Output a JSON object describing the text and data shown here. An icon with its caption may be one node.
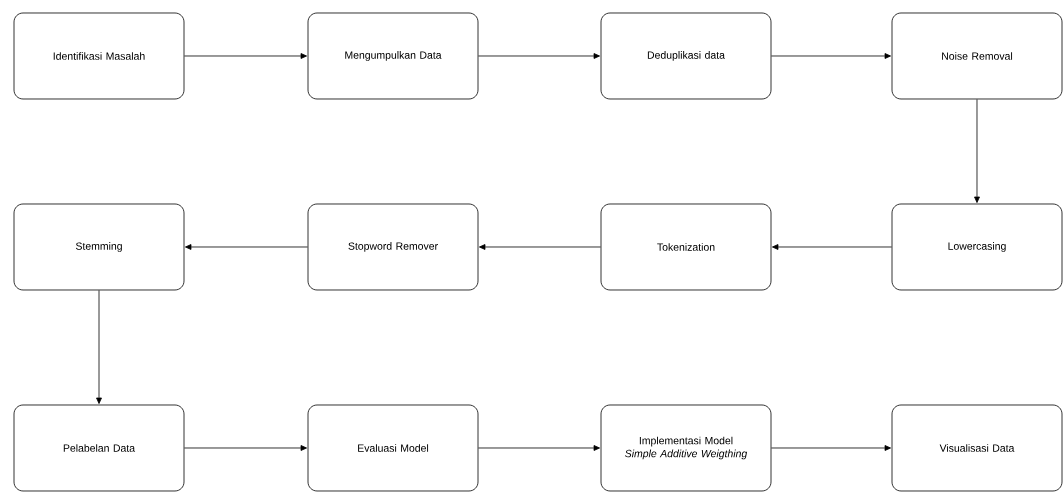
{
  "diagram": {
    "nodes": [
      {
        "text": [
          "Identifikasi Masalah"
        ]
      },
      {
        "text": [
          "Mengumpulkan Data"
        ]
      },
      {
        "text": [
          "Deduplikasi data"
        ]
      },
      {
        "text": [
          "Noise Removal"
        ]
      },
      {
        "text": [
          "Stemming"
        ]
      },
      {
        "text": [
          "Stopword Remover"
        ]
      },
      {
        "text": [
          "Tokenization"
        ]
      },
      {
        "text": [
          "Lowercasing"
        ]
      },
      {
        "text": [
          "Pelabelan Data"
        ]
      },
      {
        "text": [
          "Evaluasi Model"
        ]
      },
      {
        "text": [
          "Implementasi Model *Simple Additive Weigthing*"
        ]
      },
      {
        "text": [
          "Visualisasi Data"
        ]
      }
    ],
    "edges": [
      {
        "from": 0,
        "to": 1,
        "arrow": "to"
      },
      {
        "from": 1,
        "to": 2,
        "arrow": "to"
      },
      {
        "from": 2,
        "to": 3,
        "arrow": "to"
      },
      {
        "from": 3,
        "to": 7,
        "arrow": "to"
      },
      {
        "from": 7,
        "to": 6,
        "arrow": "to"
      },
      {
        "from": 6,
        "to": 5,
        "arrow": "to"
      },
      {
        "from": 5,
        "to": 4,
        "arrow": "to"
      },
      {
        "from": 4,
        "to": 8,
        "arrow": "to"
      },
      {
        "from": 8,
        "to": 9,
        "arrow": "to"
      },
      {
        "from": 9,
        "to": 10,
        "arrow": "to"
      },
      {
        "from": 10,
        "to": 11,
        "arrow": "to"
      }
    ]
  }
}
